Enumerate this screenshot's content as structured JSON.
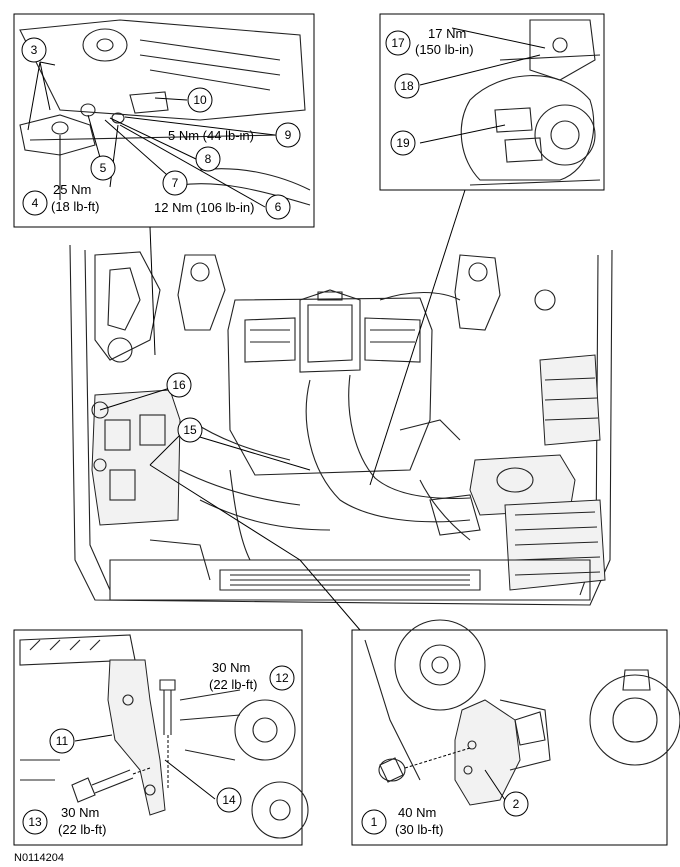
{
  "callouts": {
    "c1": "1",
    "c2": "2",
    "c3": "3",
    "c4": "4",
    "c5": "5",
    "c6": "6",
    "c7": "7",
    "c8": "8",
    "c9": "9",
    "c10": "10",
    "c11": "11",
    "c12": "12",
    "c13": "13",
    "c14": "14",
    "c15": "15",
    "c16": "16",
    "c17": "17",
    "c18": "18",
    "c19": "19"
  },
  "torque": {
    "t9": "5 Nm (44 lb-in)",
    "t4_nm": "25 Nm",
    "t4_imp": "(18 lb-ft)",
    "t6": "12 Nm (106 lb-in)",
    "t17_nm": "17 Nm",
    "t17_imp": "(150 lb-in)",
    "t12_nm": "30 Nm",
    "t12_imp": "(22 lb-ft)",
    "t13_nm": "30 Nm",
    "t13_imp": "(22 lb-ft)",
    "t1_nm": "40 Nm",
    "t1_imp": "(30 lb-ft)"
  },
  "figure_id": "N0114204"
}
